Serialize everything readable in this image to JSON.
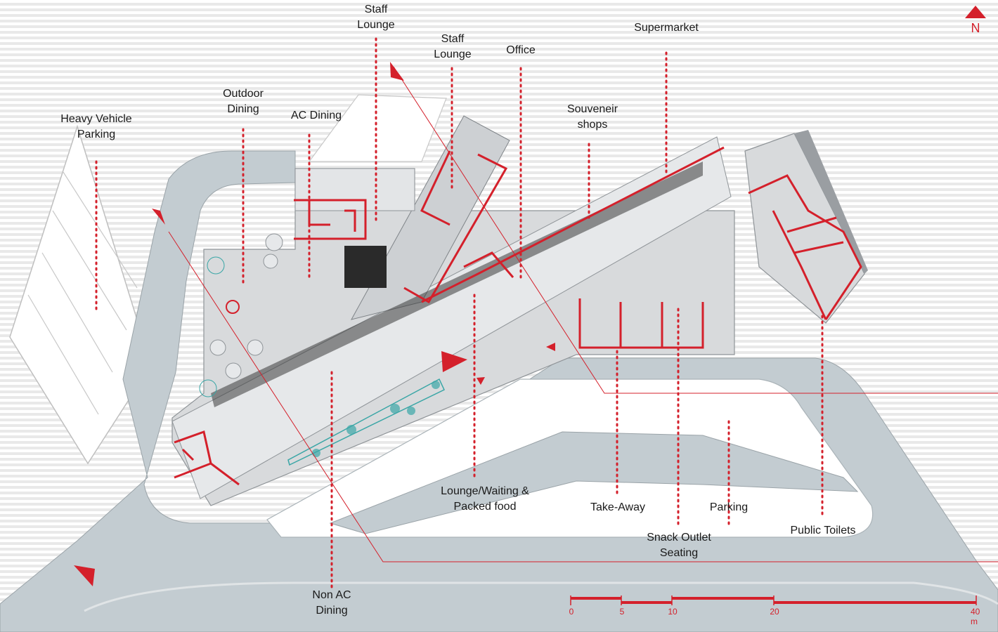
{
  "labels": {
    "heavy_vehicle_parking": "Heavy Vehicle\nParking",
    "outdoor_dining": "Outdoor\nDining",
    "ac_dining": "AC Dining",
    "staff_lounge_1": "Staff\nLounge",
    "staff_lounge_2": "Staff\nLounge",
    "office": "Office",
    "souvenir_shops": "Souveneir\nshops",
    "supermarket": "Supermarket",
    "lounge_waiting": "Lounge/Waiting &\nPacked food",
    "take_away": "Take-Away",
    "parking": "Parking",
    "snack_outlet": "Snack Outlet\nSeating",
    "public_toilets": "Public Toilets",
    "non_ac_dining": "Non AC\nDining"
  },
  "north": {
    "letter": "N"
  },
  "scale_bar": {
    "ticks": [
      "0",
      "5",
      "10",
      "20",
      "40 m"
    ]
  },
  "colors": {
    "accent": "#d4202b",
    "road": "#c3ccd1",
    "building": "#d8dadc",
    "walkway": "#e6e8ea",
    "dark_glass": "#2a2a2a",
    "tree": "#3aa6a6"
  }
}
